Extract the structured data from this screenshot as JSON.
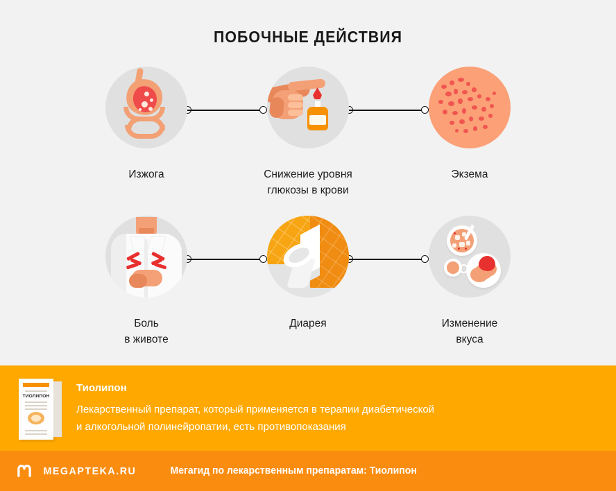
{
  "page": {
    "title": "ПОБОЧНЫЕ ДЕЙСТВИЯ",
    "background_color": "#f2f2f2",
    "accent_color": "#ffa900",
    "footer_color": "#fa8c10"
  },
  "items": [
    {
      "id": "heartburn",
      "label": "Изжога",
      "icon": "stomach-icon"
    },
    {
      "id": "low-glucose",
      "label": "Снижение уровня\nглюкозы в крови",
      "icon": "finger-prick-glucose-icon"
    },
    {
      "id": "eczema",
      "label": "Экзема",
      "icon": "skin-rash-icon"
    },
    {
      "id": "abdominal-pain",
      "label": "Боль\nв животе",
      "icon": "abdominal-pain-icon"
    },
    {
      "id": "diarrhea",
      "label": "Диарея",
      "icon": "toilet-icon"
    },
    {
      "id": "taste-change",
      "label": "Изменение\nвкуса",
      "icon": "food-plates-icon"
    }
  ],
  "labels": {
    "heartburn": "Изжога",
    "low_glucose_line1": "Снижение уровня",
    "low_glucose_line2": "глюкозы в крови",
    "eczema": "Экзема",
    "abdominal_pain_line1": "Боль",
    "abdominal_pain_line2": "в животе",
    "diarrhea": "Диарея",
    "taste_change_line1": "Изменение",
    "taste_change_line2": "вкуса"
  },
  "product_band": {
    "name": "Тиолипон",
    "description_line1": "Лекарственный препарат, который применяется в терапии диабетической",
    "description_line2": "и алкогольной полинейропатии, есть противопоказания",
    "box_label": "ТИОЛИПОН"
  },
  "footer": {
    "logo_text": "MEGAPTEKA.RU",
    "tagline": "Мегагид по лекарственным препаратам: Тиолипон"
  }
}
